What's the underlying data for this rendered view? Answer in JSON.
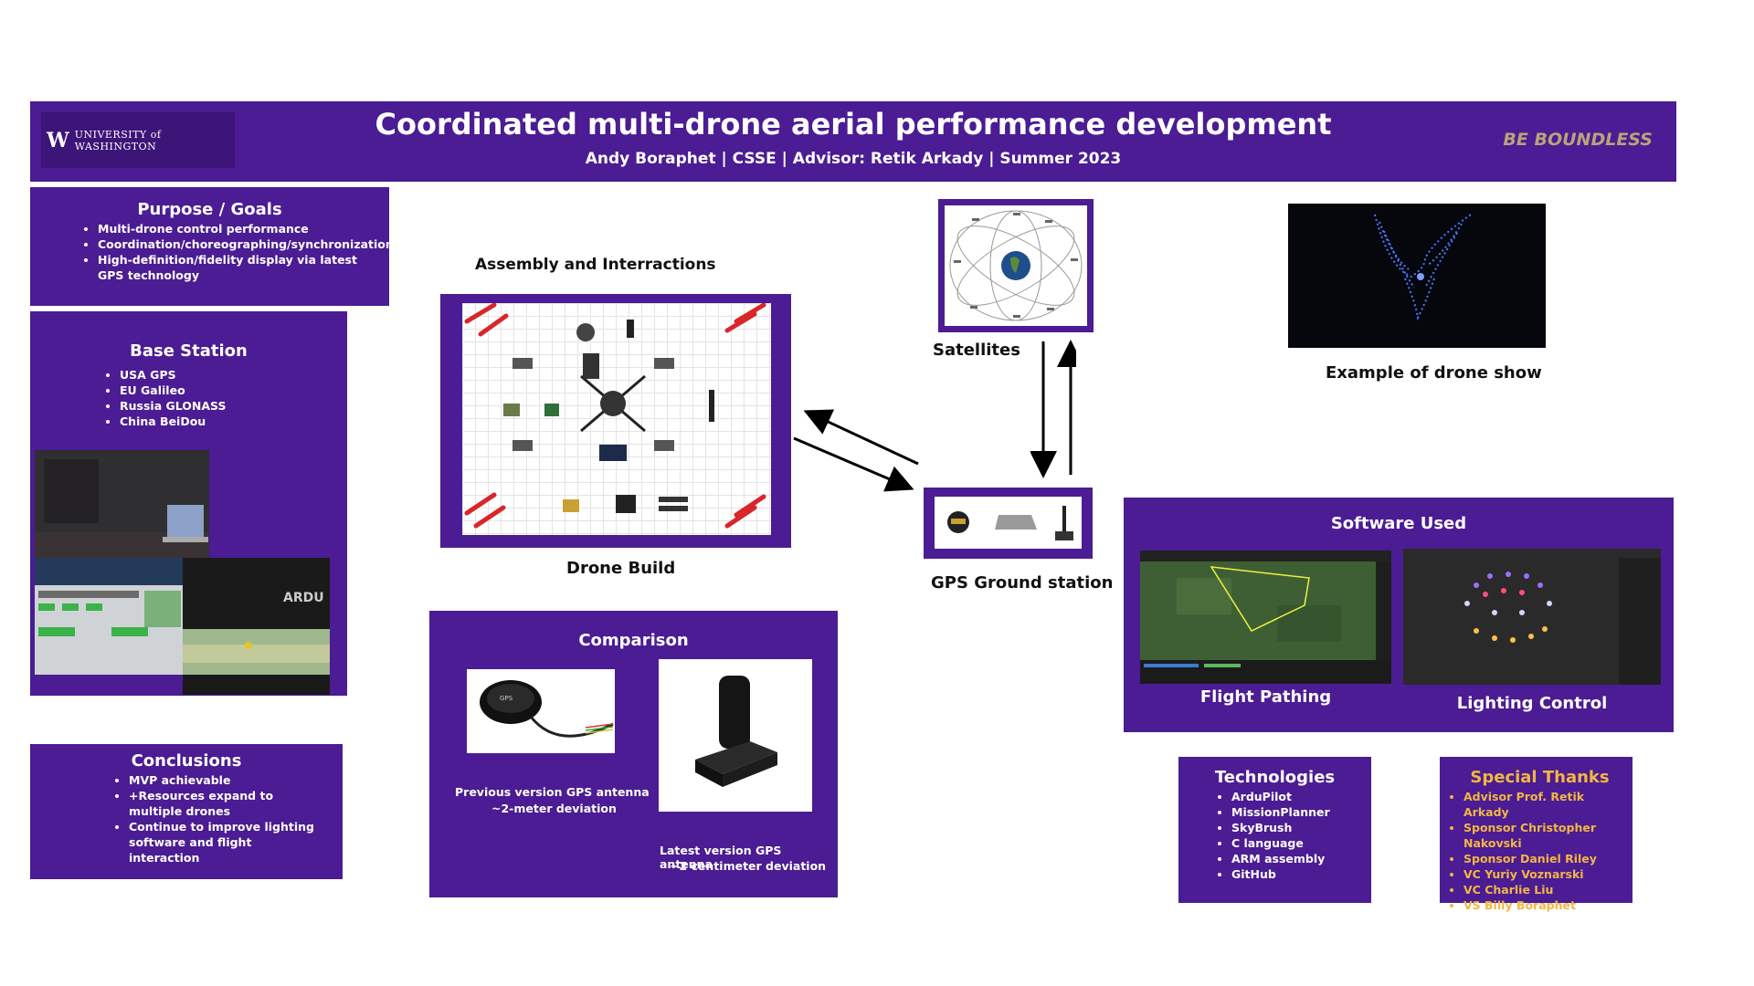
{
  "header": {
    "logo": "UNIVERSITY of WASHINGTON",
    "title": "Coordinated multi-drone aerial performance development",
    "subtitle": "Andy Boraphet | CSSE | Advisor: Retik Arkady | Summer 2023",
    "tagline": "BE BOUNDLESS"
  },
  "purpose": {
    "title": "Purpose / Goals",
    "items": [
      "Multi-drone control performance",
      "Coordination/choreographing/synchronization",
      "High-definition/fidelity display via latest GPS technology"
    ]
  },
  "base_station": {
    "title": "Base Station",
    "items": [
      "USA GPS",
      "EU Galileo",
      "Russia GLONASS",
      "China BeiDou"
    ]
  },
  "conclusions": {
    "title": "Conclusions",
    "items": [
      "MVP achievable",
      "+Resources expand to multiple drones",
      "Continue to improve lighting software and flight interaction"
    ]
  },
  "assembly": {
    "title": "Assembly and Interractions",
    "caption": "Drone Build"
  },
  "satellites": {
    "caption": "Satellites"
  },
  "ground_station": {
    "caption": "GPS Ground station"
  },
  "drone_show": {
    "caption": "Example of drone show"
  },
  "comparison": {
    "title": "Comparison",
    "prev_line1": "Previous version GPS antenna",
    "prev_line2": "~2-meter deviation",
    "latest_line1": "Latest version GPS antenna",
    "latest_line2": "~2 centimeter deviation"
  },
  "software": {
    "title": "Software Used",
    "left_caption": "Flight Pathing",
    "right_caption": "Lighting Control"
  },
  "technologies": {
    "title": "Technologies",
    "items": [
      "ArduPilot",
      "MissionPlanner",
      "SkyBrush",
      "C language",
      "ARM assembly",
      "GitHub"
    ]
  },
  "thanks": {
    "title": "Special Thanks",
    "items": [
      "Advisor Prof. Retik Arkady",
      "Sponsor Christopher Nakovski",
      "Sponsor Daniel Riley",
      "VC Yuriy Voznarski",
      "VC Charlie Liu",
      "VS Billy Boraphet"
    ]
  },
  "colors": {
    "purple": "#4b1c93",
    "gold": "#b7a57a",
    "thanks_gold": "#f2b643"
  }
}
